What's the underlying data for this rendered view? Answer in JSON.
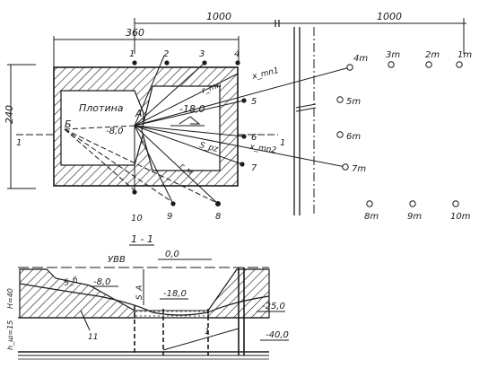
{
  "dimensions": {
    "top_left": "1000",
    "top_right": "1000",
    "pit_width": "360",
    "pit_height": "240"
  },
  "plan": {
    "pit_label": "Плотина",
    "point_a": "A",
    "point_b": "Б",
    "elev_top": "-18,0",
    "elev_left": "-8,0",
    "section_mark_left": "1",
    "section_mark_right": "1",
    "rays": {
      "r1": "x_mn1",
      "r2": "r_mn",
      "r3": "x_mn2",
      "r4": "S_pz",
      "r5": "r_м"
    },
    "wells": [
      "1",
      "2",
      "3",
      "4",
      "5",
      "6",
      "7",
      "8",
      "9",
      "10"
    ],
    "mirror_wells": [
      "4m",
      "3m",
      "2m",
      "1m",
      "5m",
      "6m",
      "7m",
      "8m",
      "9m",
      "10m"
    ]
  },
  "section": {
    "title": "1 - 1",
    "uvb": "УВВ",
    "level_top": "0,0",
    "level_left": "-8,0",
    "level_mid": "-18,0",
    "level_right": "-25,0",
    "level_bottom": "-40,0",
    "s_b": "S_б",
    "s_a": "S_A",
    "h_left": "H=40",
    "h_bottom": "h_ш=15",
    "well_label": "11",
    "marker_one": "1"
  }
}
